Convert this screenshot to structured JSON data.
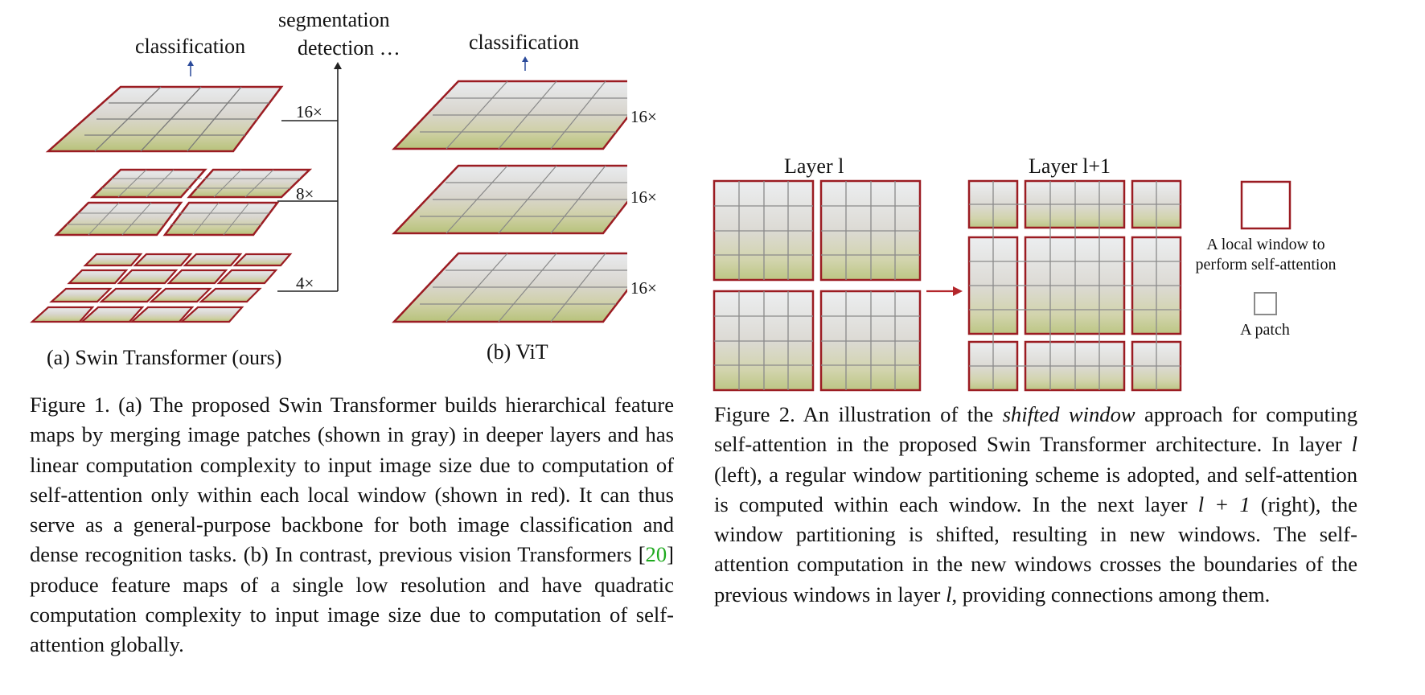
{
  "figure1": {
    "swin": {
      "top_label": "classification",
      "branch_label_line1": "segmentation",
      "branch_label_line2": "detection …",
      "multipliers": [
        "16×",
        "8×",
        "4×"
      ],
      "subcaption": "(a) Swin Transformer (ours)"
    },
    "vit": {
      "top_label": "classification",
      "multipliers": [
        "16×",
        "16×",
        "16×"
      ],
      "subcaption": "(b) ViT"
    },
    "caption": {
      "part1": "Figure 1. (a) The proposed Swin Transformer builds hierarchical feature maps by merging image patches (shown in gray) in deeper layers and has linear computation complexity to input image size due to computation of self-attention only within each local window (shown in red). It can thus serve as a general-purpose backbone for both image classification and dense recognition tasks. (b) In contrast, previous vision Transformers [",
      "ref": "20",
      "part2": "] produce feature maps of a single low resolution and have quadratic computation complexity to input image size due to computation of self-attention globally."
    }
  },
  "figure2": {
    "layer_l_label": "Layer l",
    "layer_l1_label": "Layer l+1",
    "legend_window_line1": "A local window to",
    "legend_window_line2": "perform self-attention",
    "legend_patch": "A patch",
    "caption": {
      "p1": "Figure 2. An illustration of the ",
      "em1": "shifted window",
      "p2": " approach for computing self-attention in the proposed Swin Transformer architecture.  In layer ",
      "m1": "l",
      "p3": " (left), a regular window partitioning scheme is adopted, and self-attention is computed within each window.  In the next layer ",
      "m2": "l + 1",
      "p4": " (right), the window partitioning is shifted, resulting in new windows. The self-attention computation in the new windows crosses the boundaries of the previous windows in layer ",
      "m3": "l",
      "p5": ", providing connections among them."
    }
  },
  "colors": {
    "window_red": "#9b1c22",
    "patch_gray": "#8a8a8a",
    "arrow_blue": "#2b4a9a",
    "arrow_red": "#b3262b",
    "citation_green": "#1ea91e"
  }
}
